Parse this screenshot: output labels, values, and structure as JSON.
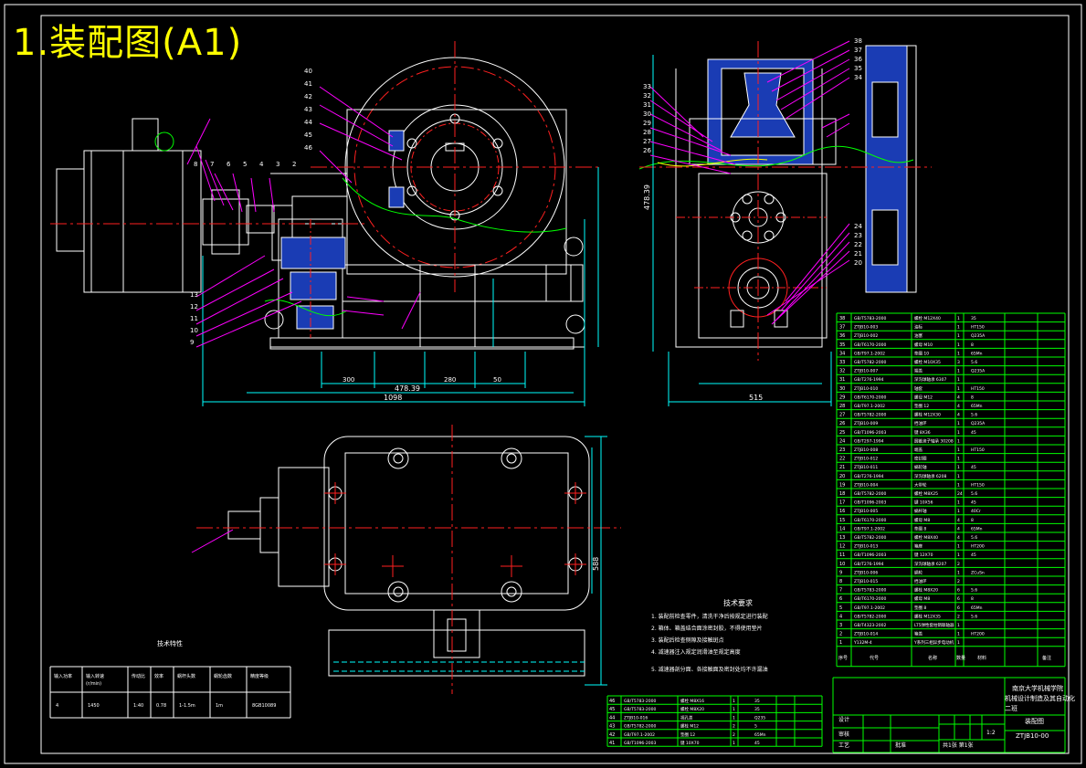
{
  "title": "1.装配图(A1)",
  "colors": {
    "background": "#000000",
    "title": "#ffff00",
    "outline": "#ffffff",
    "centerline": "#ff2020",
    "dimension": "#00ffff",
    "leader": "#ff00ff",
    "section_fill": "#1a3cb4",
    "break_line": "#00ff00",
    "table_line": "#00ff00"
  },
  "tech_requirements": {
    "heading": "技术要求",
    "items": [
      "1. 装配前检查零件，清洗干净后按规定进行装配",
      "2. 箱体、箱盖结合面涂密封胶，不得使用垫片",
      "3. 装配后检查侧隙及接触斑点",
      "4. 减速器注入规定润滑油至规定高度",
      "5. 减速器剖分面、各接触面及密封处均不许漏油"
    ]
  },
  "features_table": {
    "caption": "技术特性",
    "headers": [
      "输入功率",
      "输入转速\n(r/min)",
      "传动比",
      "效率",
      "蜗杆头数",
      "蜗轮齿数",
      "精度等级"
    ],
    "row": [
      "4",
      "1450",
      "1:40",
      "0.78",
      "1-1.5m",
      "1m",
      "8GB10089"
    ]
  },
  "dimensions": {
    "total_length": "1098",
    "front_center": "478.39",
    "front_sub": [
      "300",
      "280",
      "50"
    ],
    "side_height": "478.39",
    "side_width": "515",
    "plan_height": "588"
  },
  "title_block": {
    "school": "南京大学机械学院",
    "project": "机械设计制造及其自动化",
    "class": "二班",
    "drawing_name": "装配图",
    "drawing_number": "ZTJB10-00",
    "scale": "1:2",
    "sheet": "共1张 第1张",
    "design": "设计",
    "check": "审核",
    "process": "工艺",
    "approve": "批准"
  },
  "bom_header": [
    "序号",
    "代号",
    "名称",
    "数量",
    "材料",
    "备注"
  ],
  "bom_rows": [
    [
      "38",
      "GB/T5783-2000",
      "螺栓 M12X40",
      "1",
      "35",
      ""
    ],
    [
      "37",
      "ZTJB10-003",
      "油标",
      "1",
      "HT150",
      ""
    ],
    [
      "36",
      "ZTJB10-002",
      "油塞",
      "1",
      "Q235A",
      ""
    ],
    [
      "35",
      "GB/T6170-2000",
      "螺母 M10",
      "1",
      "8",
      ""
    ],
    [
      "34",
      "GB/T97.1-2002",
      "垫圈 10",
      "1",
      "65Mn",
      ""
    ],
    [
      "33",
      "GB/T5782-2000",
      "螺栓 M10X35",
      "3",
      "5.6",
      ""
    ],
    [
      "32",
      "ZTJB10-007",
      "端盖",
      "1",
      "Q235A",
      ""
    ],
    [
      "31",
      "GB/T276-1994",
      "深沟球轴承 6307",
      "1",
      "",
      ""
    ],
    [
      "30",
      "ZTJB10-010",
      "轴套",
      "1",
      "HT150",
      ""
    ],
    [
      "29",
      "GB/T6170-2000",
      "螺母 M12",
      "4",
      "8",
      ""
    ],
    [
      "28",
      "GB/T97.1-2002",
      "垫圈 12",
      "4",
      "65Mn",
      ""
    ],
    [
      "27",
      "GB/T5782-2000",
      "螺栓 M12X30",
      "4",
      "5.6",
      ""
    ],
    [
      "26",
      "ZTJB10-009",
      "挡油环",
      "1",
      "Q235A",
      ""
    ],
    [
      "25",
      "GB/T1096-2003",
      "键 8X36",
      "1",
      "45",
      ""
    ],
    [
      "24",
      "GB/T297-1994",
      "圆锥滚子轴承 30208",
      "1",
      "",
      ""
    ],
    [
      "23",
      "ZTJB10-008",
      "端盖",
      "1",
      "HT150",
      ""
    ],
    [
      "22",
      "ZTJB10-012",
      "密封圈",
      "1",
      "",
      ""
    ],
    [
      "21",
      "ZTJB10-011",
      "蜗轮轴",
      "1",
      "45",
      ""
    ],
    [
      "20",
      "GB/T276-1994",
      "深沟球轴承 6208",
      "1",
      "",
      ""
    ],
    [
      "19",
      "ZTJB10-004",
      "大带轮",
      "1",
      "HT150",
      ""
    ],
    [
      "18",
      "GB/T5782-2000",
      "螺栓 M8X25",
      "24",
      "5.6",
      ""
    ],
    [
      "17",
      "GB/T1096-2003",
      "键 10X56",
      "1",
      "45",
      ""
    ],
    [
      "16",
      "ZTJB10-005",
      "蜗杆轴",
      "1",
      "40Cr",
      ""
    ],
    [
      "15",
      "GB/T6170-2000",
      "螺母 M8",
      "4",
      "8",
      ""
    ],
    [
      "14",
      "GB/T97.1-2002",
      "垫圈 8",
      "4",
      "65Mn",
      ""
    ],
    [
      "13",
      "GB/T5782-2000",
      "螺栓 M8X40",
      "4",
      "5.6",
      ""
    ],
    [
      "12",
      "ZTJB10-013",
      "箱座",
      "1",
      "HT200",
      ""
    ],
    [
      "11",
      "GB/T1096-2003",
      "键 12X70",
      "1",
      "45",
      ""
    ],
    [
      "10",
      "GB/T276-1994",
      "深沟球轴承 6207",
      "2",
      "",
      ""
    ],
    [
      "9",
      "ZTJB10-006",
      "蜗轮",
      "1",
      "ZCuSn",
      ""
    ],
    [
      "8",
      "ZTJB10-015",
      "挡油环",
      "2",
      "",
      ""
    ],
    [
      "7",
      "GB/T5783-2000",
      "螺栓 M8X20",
      "6",
      "5.6",
      ""
    ],
    [
      "6",
      "GB/T6170-2000",
      "螺母 M8",
      "6",
      "8",
      ""
    ],
    [
      "5",
      "GB/T97.1-2002",
      "垫圈 8",
      "6",
      "65Mn",
      ""
    ],
    [
      "4",
      "GB/T5782-2000",
      "螺栓 M12X35",
      "2",
      "5.6",
      ""
    ],
    [
      "3",
      "GB/T4323-2002",
      "LT5弹性套柱销联轴器",
      "1",
      "",
      ""
    ],
    [
      "2",
      "ZTJB10-014",
      "箱盖",
      "1",
      "HT200",
      ""
    ],
    [
      "1",
      "Y132M-4",
      "Y系列三相异步电动机",
      "1",
      "",
      ""
    ]
  ],
  "bom2_rows": [
    [
      "46",
      "GB/T5783-2000",
      "螺栓 M8X16",
      "1",
      "35",
      ""
    ],
    [
      "45",
      "GB/T5783-2000",
      "螺栓 M8X20",
      "1",
      "35",
      ""
    ],
    [
      "44",
      "ZTJB10-016",
      "视孔盖",
      "1",
      "Q235",
      ""
    ],
    [
      "43",
      "GB/T5782-2000",
      "螺栓 M12",
      "2",
      "5",
      ""
    ],
    [
      "42",
      "GB/T97.1-2002",
      "垫圈 12",
      "2",
      "65Mn",
      ""
    ],
    [
      "41",
      "GB/T1096-2003",
      "键 10X70",
      "1",
      "45",
      ""
    ]
  ],
  "balloon_numbers": {
    "front_left": [
      "8",
      "7",
      "6",
      "5",
      "4",
      "3",
      "2"
    ],
    "front_top": [
      "40",
      "41",
      "42",
      "43",
      "44",
      "45",
      "46"
    ],
    "front_leftbottom": [
      "13",
      "12",
      "11",
      "10",
      "9"
    ],
    "side_right": [
      "38",
      "37",
      "36",
      "35",
      "34"
    ],
    "side_left": [
      "33",
      "32",
      "31",
      "30",
      "29",
      "28",
      "27",
      "26"
    ],
    "side_rightbottom": [
      "24",
      "23",
      "22",
      "21",
      "20"
    ]
  }
}
